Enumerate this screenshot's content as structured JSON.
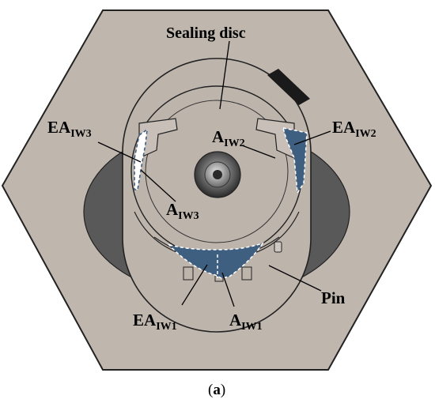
{
  "labels": {
    "sealing_disc": "Sealing disc",
    "ea_iw3": {
      "main": "EA",
      "sub": "IW3"
    },
    "a_iw3": {
      "main": "A",
      "sub": "IW3"
    },
    "a_iw2": {
      "main": "A",
      "sub": "IW2"
    },
    "ea_iw2": {
      "main": "EA",
      "sub": "IW2"
    },
    "ea_iw1": {
      "main": "EA",
      "sub": "IW1"
    },
    "a_iw1": {
      "main": "A",
      "sub": "IW1"
    },
    "pin": "Pin"
  },
  "caption": {
    "open": "(",
    "letter": "a",
    "close": ")"
  },
  "colors": {
    "hexagon_fill": "#bfb6ae",
    "rotor_dark": "#595959",
    "body_fill": "#bdb4ac",
    "highlight_fill": "#3f5f80",
    "outline": "#222222",
    "hub": "#444444"
  }
}
